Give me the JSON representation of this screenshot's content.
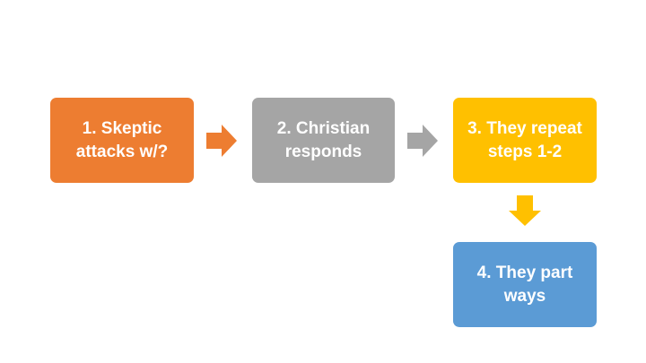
{
  "steps": [
    {
      "label": "1. Skeptic\nattacks w/?",
      "color": "#ED7D31"
    },
    {
      "label": "2. Christian\nresponds",
      "color": "#A5A5A5"
    },
    {
      "label": "3. They repeat\nsteps 1-2",
      "color": "#FFC000"
    },
    {
      "label": "4. They part\nways",
      "color": "#5B9BD5"
    }
  ],
  "connectors": [
    {
      "from": 1,
      "to": 2,
      "direction": "right",
      "color": "#ED7D31"
    },
    {
      "from": 2,
      "to": 3,
      "direction": "right",
      "color": "#A5A5A5"
    },
    {
      "from": 3,
      "to": 4,
      "direction": "down",
      "color": "#FFC000"
    }
  ]
}
